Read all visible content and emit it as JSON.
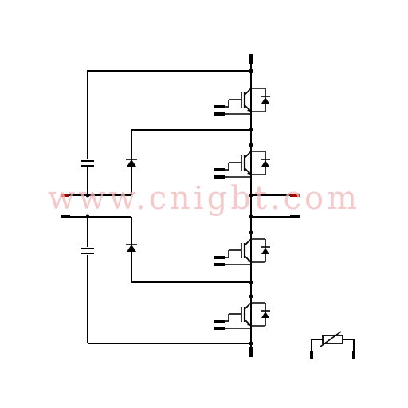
{
  "watermark": {
    "text": "www.cnigbt.com",
    "color": "#f2b8b8"
  },
  "diagram": {
    "kind": "three-level NPC phase leg schematic",
    "components": [
      {
        "id": "T1",
        "type": "igbt-with-antiparallel-diode"
      },
      {
        "id": "T2",
        "type": "igbt-with-antiparallel-diode"
      },
      {
        "id": "T3",
        "type": "igbt-with-antiparallel-diode"
      },
      {
        "id": "T4",
        "type": "igbt-with-antiparallel-diode"
      },
      {
        "id": "D5",
        "type": "clamp-diode"
      },
      {
        "id": "D6",
        "type": "clamp-diode"
      },
      {
        "id": "C1",
        "type": "capacitor"
      },
      {
        "id": "C2",
        "type": "capacitor"
      },
      {
        "id": "NTC",
        "type": "thermistor"
      }
    ],
    "colors": {
      "wire": "#000000",
      "terminal": "#000000",
      "terminal_highlight": "#a00000"
    },
    "icons": [
      "igbt-icon",
      "diode-icon",
      "capacitor-icon",
      "thermistor-icon",
      "terminal-pin-icon"
    ]
  }
}
